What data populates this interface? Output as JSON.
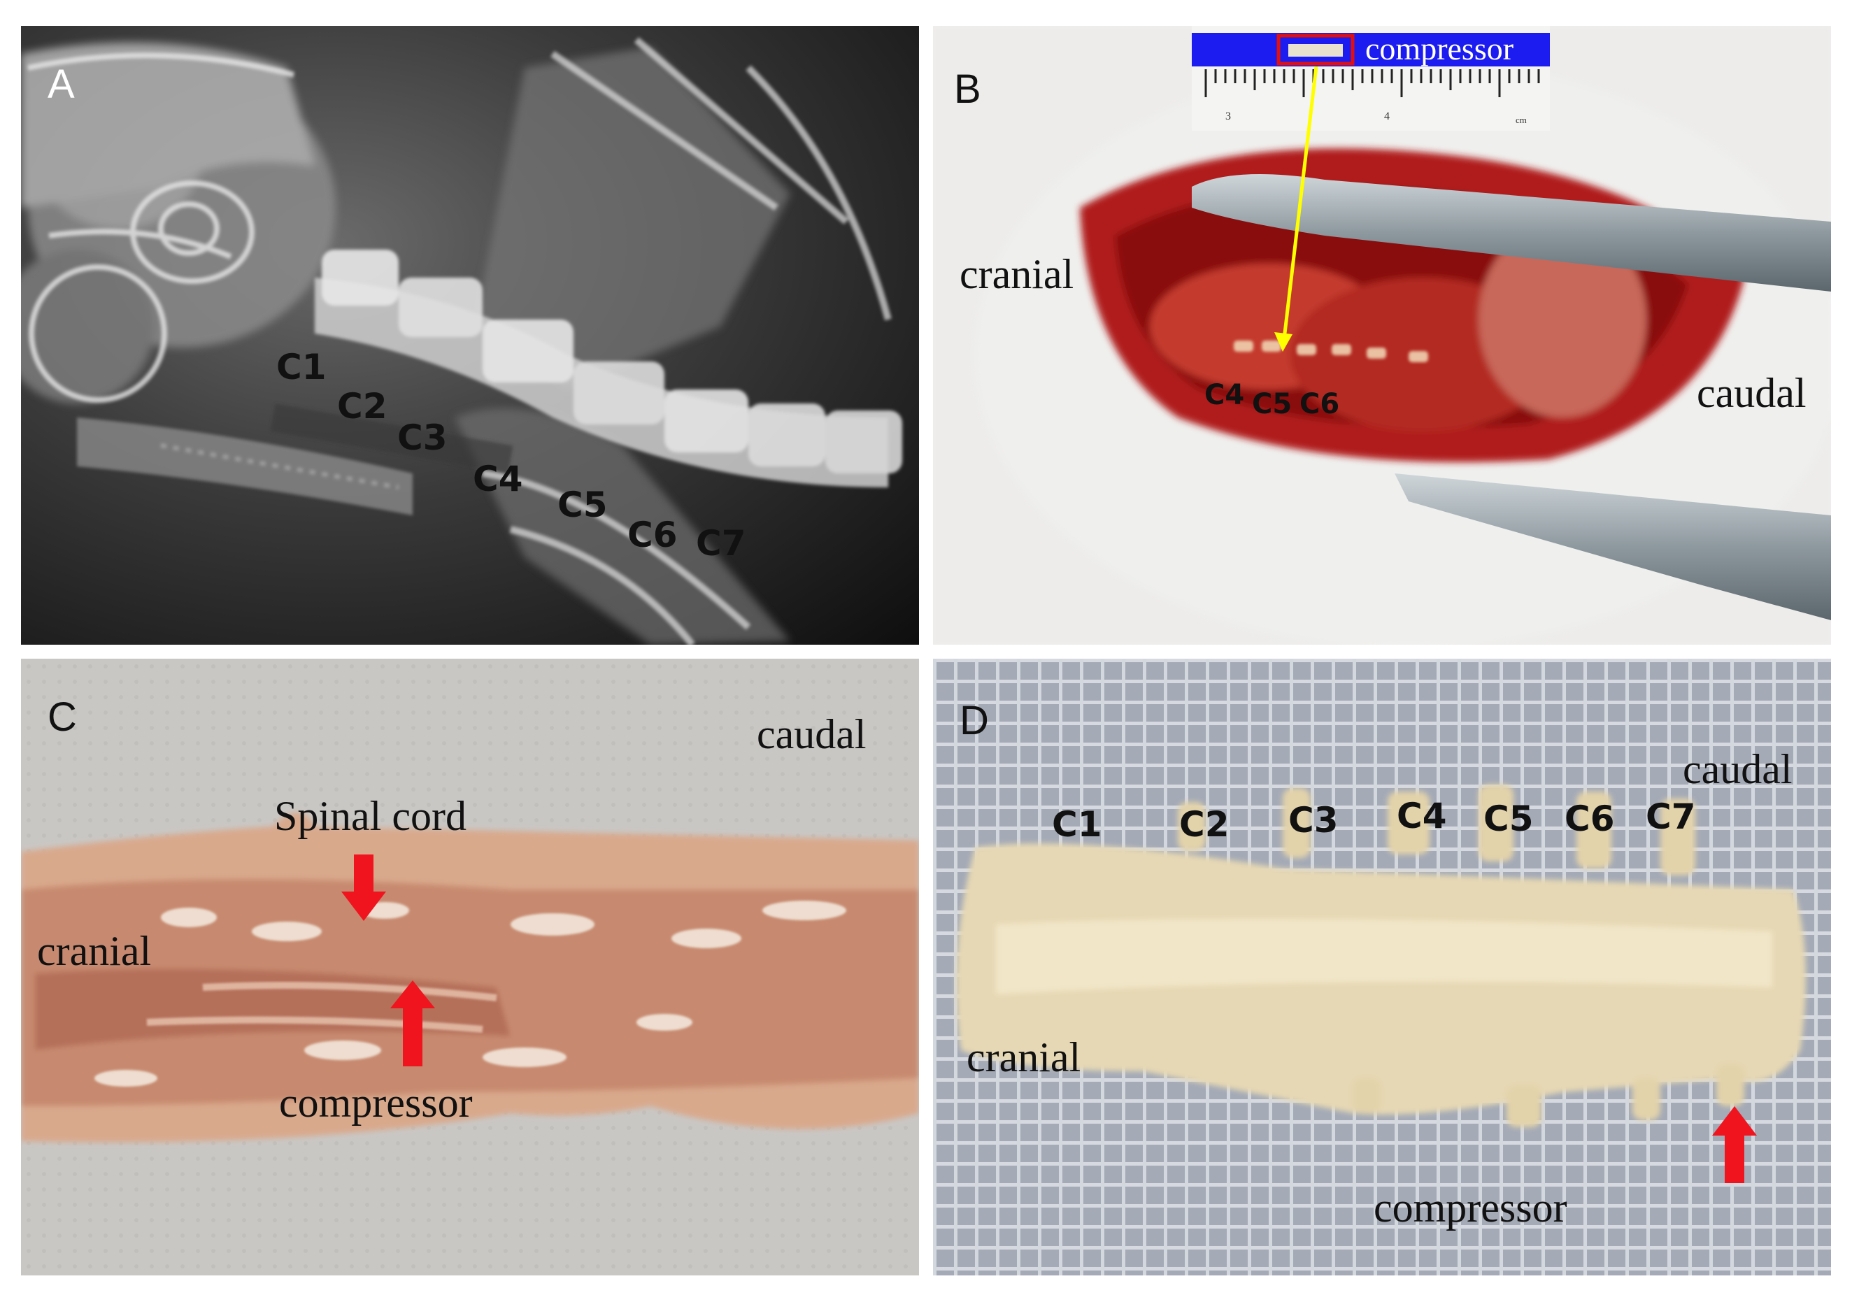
{
  "panels": {
    "a": {
      "letter": "A",
      "vertebrae": [
        "C1",
        "C2",
        "C3",
        "C4",
        "C5",
        "C6",
        "C7"
      ]
    },
    "b": {
      "letter": "B",
      "cranial": "cranial",
      "caudal": "caudal",
      "inset_label": "compressor",
      "scale_numbers": [
        "3",
        "4"
      ],
      "scale_unit": "cm",
      "vertebrae": [
        "C4",
        "C5",
        "C6"
      ]
    },
    "c": {
      "letter": "C",
      "caudal": "caudal",
      "cranial": "cranial",
      "spinal_cord": "Spinal cord",
      "compressor": "compressor"
    },
    "d": {
      "letter": "D",
      "caudal": "caudal",
      "cranial": "cranial",
      "compressor": "compressor",
      "vertebrae": [
        "C1",
        "C2",
        "C3",
        "C4",
        "C5",
        "C6",
        "C7"
      ]
    }
  },
  "colors": {
    "arrow_red": "#f0141e",
    "arrow_yellow": "#ffff00",
    "inset_blue": "#1c1cf0"
  }
}
